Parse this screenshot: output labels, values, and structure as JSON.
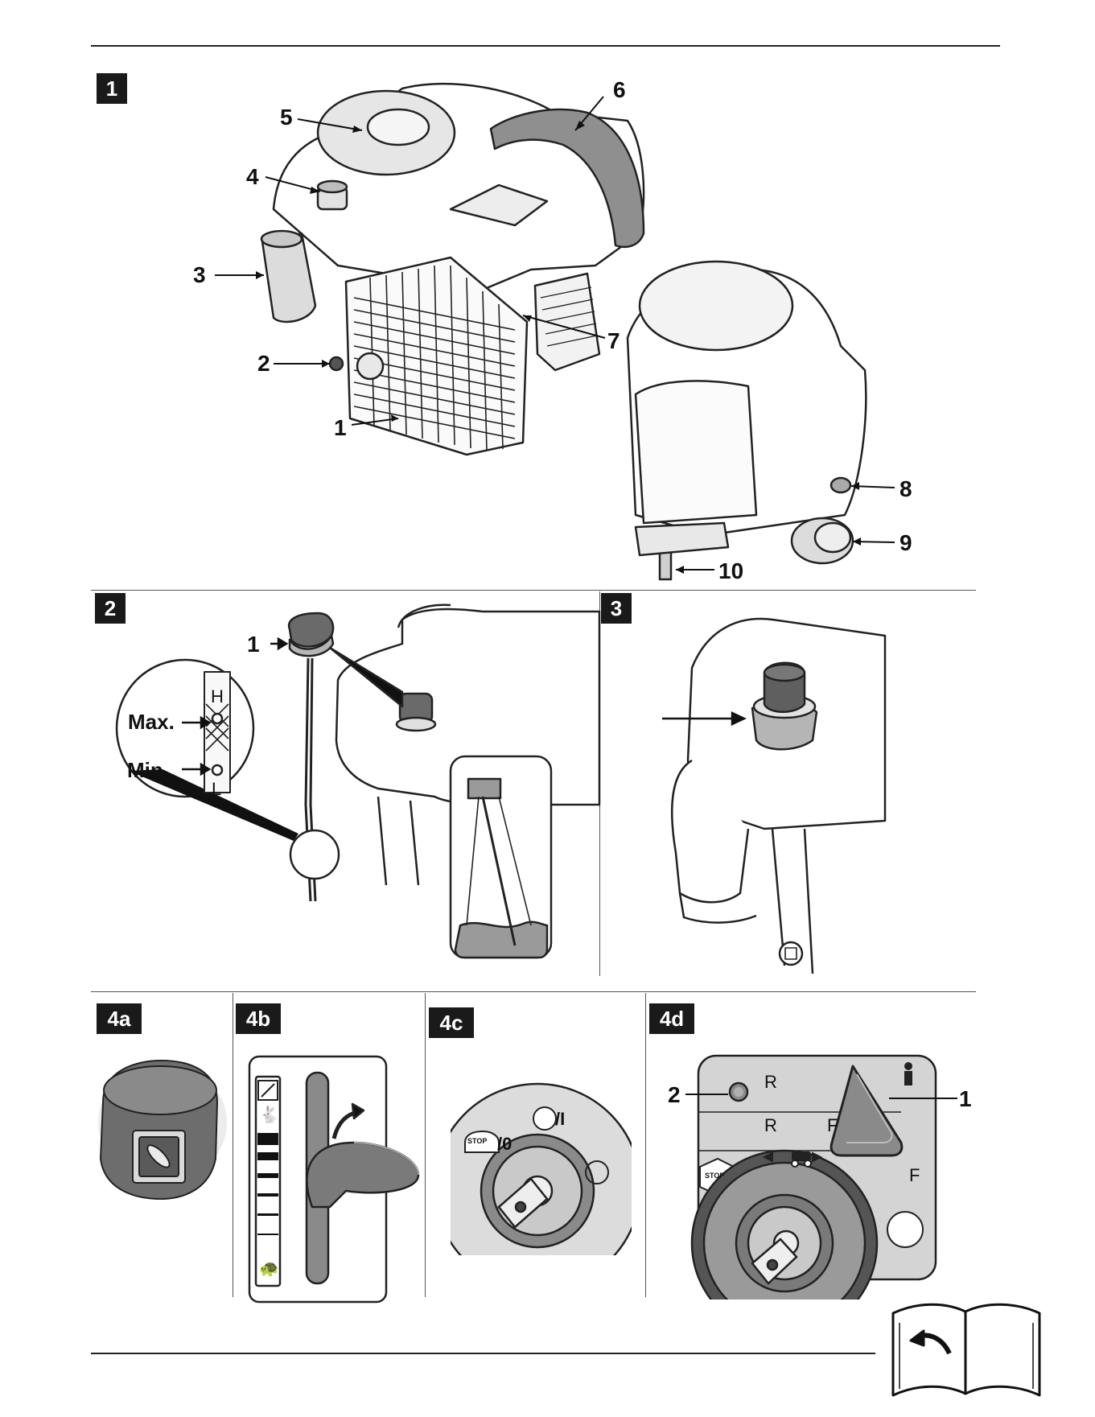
{
  "figures": {
    "fig1": {
      "badge": "1",
      "callouts": [
        "1",
        "2",
        "3",
        "4",
        "5",
        "6",
        "7",
        "8",
        "9",
        "10"
      ]
    },
    "fig2": {
      "badge": "2",
      "callout": "1",
      "max_label": "Max.",
      "min_label": "Min.",
      "dipstick_high": "H",
      "dipstick_low": "L"
    },
    "fig3": {
      "badge": "3"
    },
    "fig4a": {
      "badge": "4a"
    },
    "fig4b": {
      "badge": "4b"
    },
    "fig4c": {
      "badge": "4c",
      "stop_text": "STOP",
      "off_mark": "/0",
      "on_mark": "/I"
    },
    "fig4d": {
      "badge": "4d",
      "callout_1": "1",
      "callout_2": "2",
      "stop_text": "STOP",
      "reverse_row_1": "R",
      "reverse_row_2": "R",
      "forward_row_2": "F",
      "forward_row_3": "F"
    }
  },
  "colors": {
    "line": "#222222",
    "gray_fill": "#9a9a9a",
    "dark_gray": "#5a5a5a",
    "light_gray": "#d9d9d9",
    "badge": "#1a1a1a"
  },
  "icons": [
    "book-arrow-icon",
    "stop-icon",
    "rabbit-icon",
    "turtle-icon",
    "choke-icon",
    "start-arrow-icon"
  ]
}
